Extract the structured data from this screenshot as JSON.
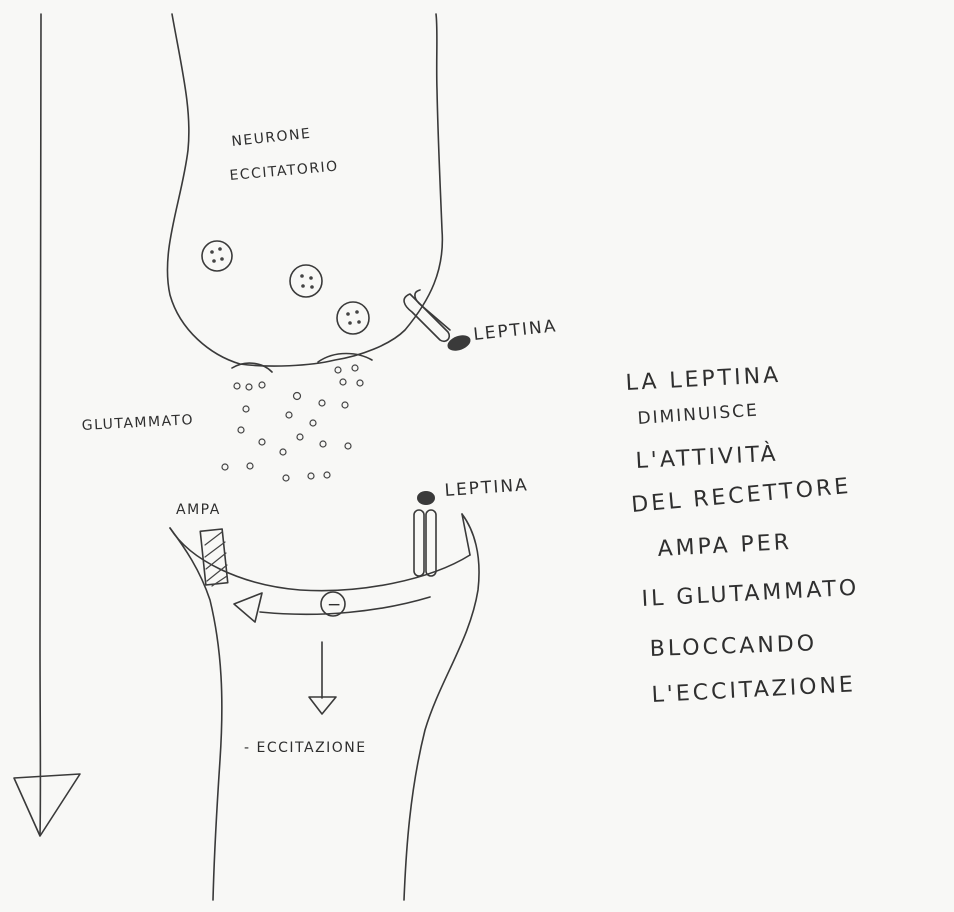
{
  "labels": {
    "presynaptic": [
      "NEURONE",
      "ECCITATORIO"
    ],
    "leptin_top": "LEPTINA",
    "glutamate": "GLUTAMMATO",
    "ampa": "AMPA",
    "leptin_bottom": "LEPTINA",
    "inhibition_sign": "−",
    "excitation_out": "- ECCITAZIONE"
  },
  "explanation": [
    "LA LEPTINA",
    "DIMINUISCE",
    "L'ATTIVITÀ",
    "DEL RECETTORE",
    "AMPA PER",
    "IL GLUTAMMATO",
    "BLOCCANDO",
    "L'ECCITAZIONE"
  ],
  "colors": {
    "ink": "#3a3a3a",
    "paper": "#f8f8f6"
  }
}
